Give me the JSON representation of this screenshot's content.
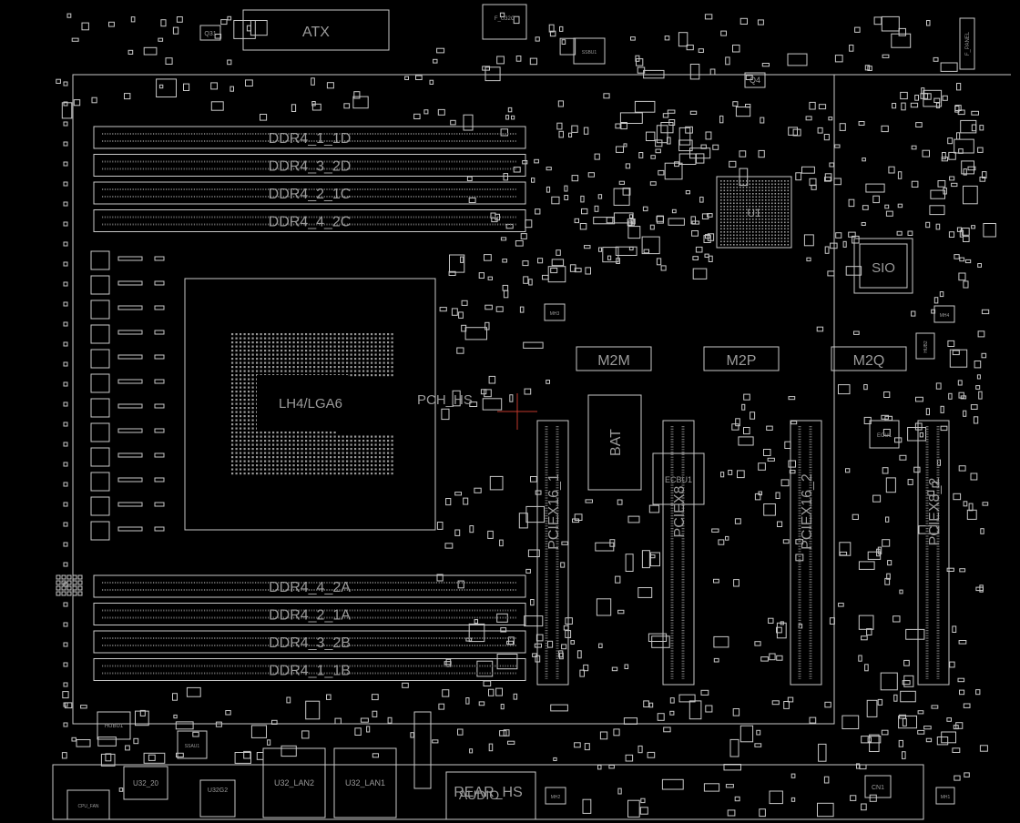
{
  "colors": {
    "background": "#000000",
    "outline": "#c8c8c8",
    "label": "#9a9a9a",
    "cursor": "#c0392b"
  },
  "labels": {
    "atx": "ATX",
    "f_u32c": "F_U32C",
    "q31": "Q31",
    "q4": "Q4",
    "ssbu1": "SSBU1",
    "sio": "SIO",
    "u1": "U1",
    "m2m": "M2M",
    "m2p": "M2P",
    "m2q": "M2Q",
    "bat": "BAT",
    "ecbu1": "ECBU1",
    "ecu1": "ECU1",
    "hub2": "HUB2",
    "hubu1": "HUBU1",
    "ssau1": "SSAU1",
    "cpu_socket": "LH4/LGA6",
    "pch_label": "PCH_HS",
    "u32_20": "U32_20",
    "u32g2": "U32G2",
    "u32_lan2": "U32_LAN2",
    "u32_lan1": "U32_LAN1",
    "rear_hs": "REAR_HS",
    "audio": "AUDIO",
    "mh1": "MH1",
    "mh2": "MH2",
    "mh3": "MH3",
    "mh4": "MH4",
    "f_panel": "F_PANEL",
    "cn1": "CN1",
    "cpu_fan": "CPU_FAN"
  },
  "dimm_slots_top": [
    {
      "label": "DDR4_1_1D"
    },
    {
      "label": "DDR4_3_2D"
    },
    {
      "label": "DDR4_2_1C"
    },
    {
      "label": "DDR4_4_2C"
    }
  ],
  "dimm_slots_bottom": [
    {
      "label": "DDR4_4_2A"
    },
    {
      "label": "DDR4_2_1A"
    },
    {
      "label": "DDR4_3_2B"
    },
    {
      "label": "DDR4_1_1B"
    }
  ],
  "pcie_slots": [
    {
      "label": "PCIEX16_1"
    },
    {
      "label": "PCIEX8"
    },
    {
      "label": "PCIEX16_2"
    },
    {
      "label": "PCIEX8_2"
    }
  ]
}
